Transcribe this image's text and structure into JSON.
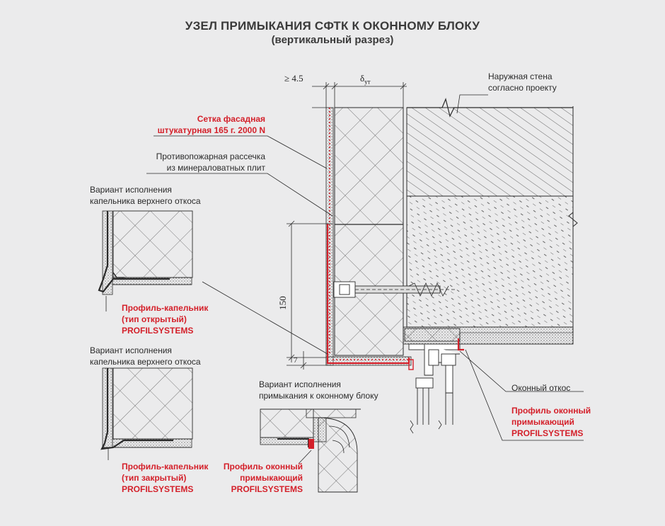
{
  "title": {
    "main": "УЗЕЛ ПРИМЫКАНИЯ СФТК К ОКОННОМУ БЛОКУ",
    "sub": "(вертикальный разрез)"
  },
  "dimensions": {
    "ge45": "≥ 4.5",
    "delta": "δ",
    "delta_sub": "ут",
    "h150": "150",
    "h7": "7"
  },
  "labels": {
    "outer_wall": [
      "Наружная стена",
      "согласно проекту"
    ],
    "mesh": [
      "Сетка фасадная",
      "штукатурная 165 г. 2000 N"
    ],
    "firebreak": [
      "Противопожарная рассечка",
      "из минераловатных плит"
    ],
    "variant_top": [
      "Вариант  исполнения",
      "капельника верхнего откоса"
    ],
    "variant_mid": [
      "Вариант  исполнения",
      "капельника верхнего откоса"
    ],
    "variant_window": [
      "Вариант  исполнения",
      "примыкания к оконному блоку"
    ],
    "drip_open": [
      "Профиль-капельник",
      "(тип открытый)",
      "PROFILSYSTEMS"
    ],
    "drip_closed": [
      "Профиль-капельник",
      "(тип закрытый)",
      "PROFILSYSTEMS"
    ],
    "window_slope": [
      "Оконный откос"
    ],
    "window_profile_right": [
      "Профиль оконный",
      "примыкающий",
      "PROFILSYSTEMS"
    ],
    "window_profile_bottom": [
      "Профиль оконный",
      "примыкающий",
      "PROFILSYSTEMS"
    ]
  },
  "colors": {
    "background": "#ebebec",
    "line": "#2a2a2a",
    "accent": "#d4202a",
    "hatch": "#444444"
  }
}
